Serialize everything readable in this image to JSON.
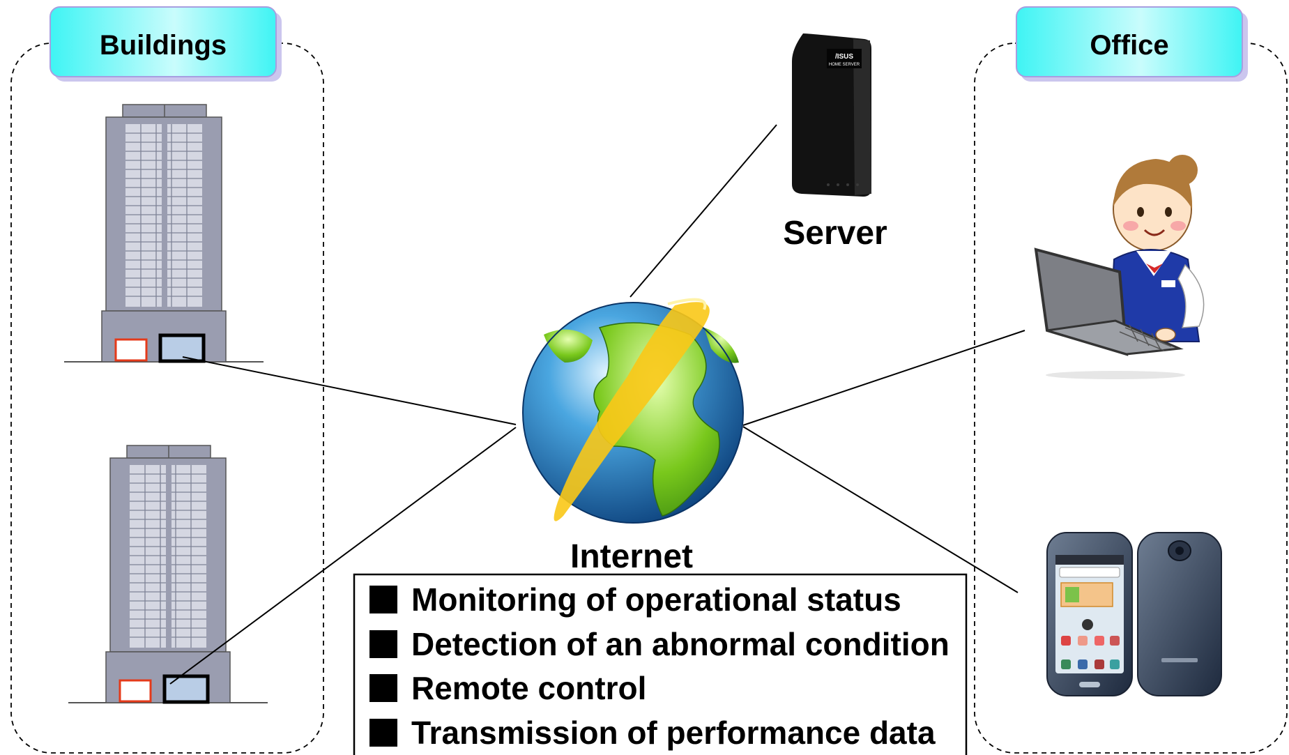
{
  "groups": {
    "buildings": {
      "title": "Buildings"
    },
    "office": {
      "title": "Office"
    }
  },
  "nodes": {
    "server": {
      "label": "Server",
      "brand_text": "/ISUS",
      "brand_sub": "HOME SERVER"
    },
    "internet": {
      "label": "Internet"
    }
  },
  "functions": {
    "items": [
      "Monitoring of operational status",
      "Detection of an abnormal condition",
      "Remote control",
      "Transmission of performance data"
    ]
  },
  "colors": {
    "tab_fill_start": "#3ff4f4",
    "tab_fill_end": "#d4fcfc",
    "tab_border": "#a79ee0",
    "building_fill": "#9a9db0",
    "building_window": "#d5d7e2",
    "controller_red": "#e43a1a",
    "controller_blue": "#b9cde6",
    "ocean": "#1a6fb8",
    "land": "#7fcc22",
    "orbit": "#f9c817"
  }
}
